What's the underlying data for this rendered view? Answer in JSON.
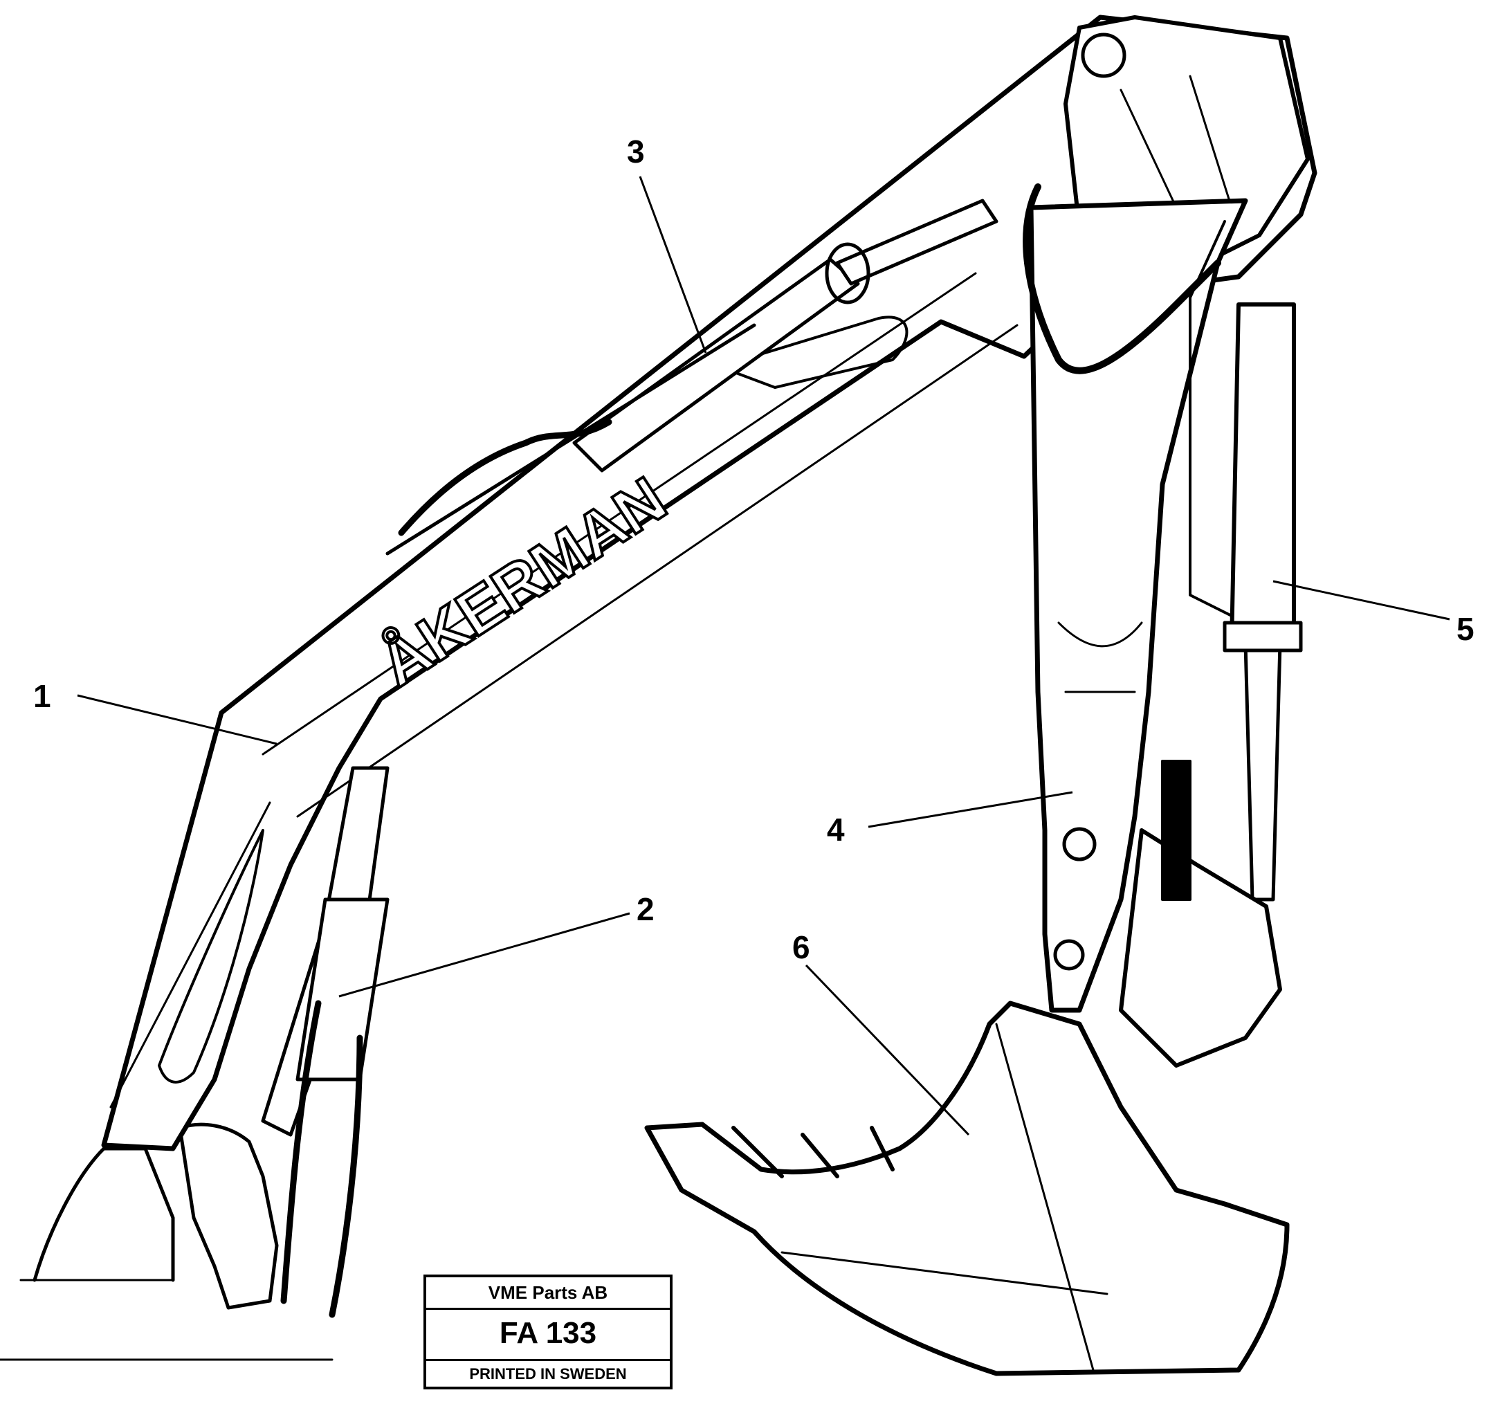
{
  "brand_logo_text": "ÅKERMAN",
  "callouts": [
    {
      "id": "1",
      "part": "boom"
    },
    {
      "id": "2",
      "part": "boom-cylinder"
    },
    {
      "id": "3",
      "part": "dipper-cylinder"
    },
    {
      "id": "4",
      "part": "dipper-arm"
    },
    {
      "id": "5",
      "part": "bucket-cylinder"
    },
    {
      "id": "6",
      "part": "bucket"
    }
  ],
  "stamp": {
    "company": "VME Parts AB",
    "figure_code": "FA 133",
    "printed": "PRINTED IN SWEDEN"
  },
  "colors": {
    "ink": "#000000",
    "paper": "#ffffff"
  }
}
